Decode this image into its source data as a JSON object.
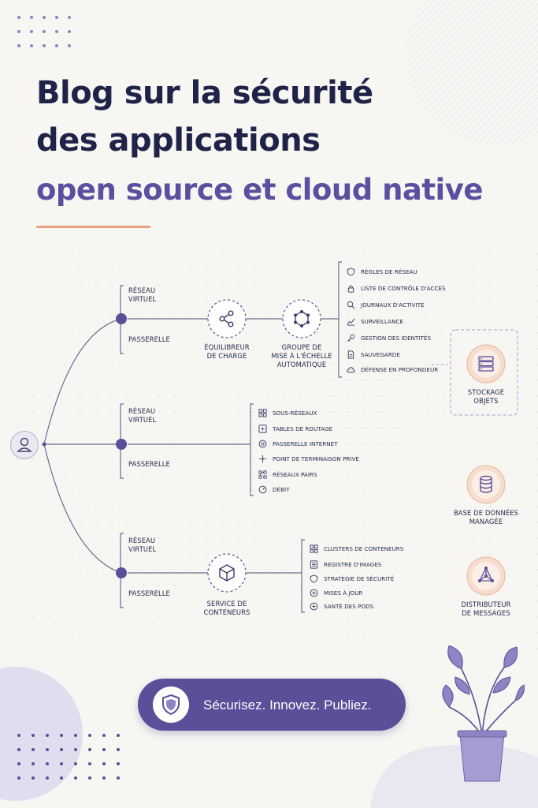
{
  "title": {
    "line1": "Blog sur la sécurité",
    "line2": "des applications",
    "line3": "open source et cloud native"
  },
  "colors": {
    "navy": "#1f2348",
    "purple": "#5b4fa0",
    "accent_orange": "#e7a17e",
    "peach": "#f6ddcd",
    "lavender": "#cfc7ea"
  },
  "diagram": {
    "user_icon": "user-icon",
    "rows": [
      {
        "top_label": "Réseau\nvirtuel",
        "bottom_label": "Passerelle",
        "node": {
          "label": "Équilibreur\nde charge",
          "icon": "share-icon"
        },
        "node2": {
          "label": "Groupe de\nmise à l'échelle\nautomatique",
          "icon": "hexagon-nodes-icon"
        },
        "items": [
          {
            "label": "Règles de réseau",
            "icon": "shield-icon"
          },
          {
            "label": "Liste de contrôle d'accès",
            "icon": "lock-icon"
          },
          {
            "label": "Journaux d'activité",
            "icon": "search-icon"
          },
          {
            "label": "Surveillance",
            "icon": "chart-icon"
          },
          {
            "label": "Gestion des identités",
            "icon": "key-icon"
          },
          {
            "label": "Sauvegarde",
            "icon": "document-icon"
          },
          {
            "label": "Défense en profondeur",
            "icon": "cloud-icon"
          }
        ]
      },
      {
        "top_label": "Réseau\nvirtuel",
        "bottom_label": "Passerelle",
        "items": [
          {
            "label": "Sous-réseaux",
            "icon": "grid-icon"
          },
          {
            "label": "Tables de routage",
            "icon": "plus-square-icon"
          },
          {
            "label": "Passerelle internet",
            "icon": "globe-icon"
          },
          {
            "label": "Point de terminaison privé",
            "icon": "endpoint-icon"
          },
          {
            "label": "Réseaux pairs",
            "icon": "peers-icon"
          },
          {
            "label": "Débit",
            "icon": "gauge-icon"
          }
        ]
      },
      {
        "top_label": "Réseau\nvirtuel",
        "bottom_label": "Passerelle",
        "node": {
          "label": "Service de\nconteneurs",
          "icon": "cube-icon"
        },
        "items": [
          {
            "label": "Clusters de conteneurs",
            "icon": "grid-icon"
          },
          {
            "label": "Registre d'images",
            "icon": "registry-icon"
          },
          {
            "label": "Stratégie de sécurité",
            "icon": "shield-icon"
          },
          {
            "label": "Mises à jour",
            "icon": "plus-circle-icon"
          },
          {
            "label": "Santé des pods",
            "icon": "plus-circle-icon"
          }
        ]
      }
    ],
    "services": [
      {
        "label": "Stockage\nobjets",
        "icon": "storage-icon"
      },
      {
        "label": "Base de données\nmanagée",
        "icon": "database-icon"
      },
      {
        "label": "Distributeur\nde messages",
        "icon": "network-icon"
      }
    ]
  },
  "cta": {
    "text": "Sécurisez. Innovez. Publiez.",
    "icon": "shield-check-icon"
  }
}
